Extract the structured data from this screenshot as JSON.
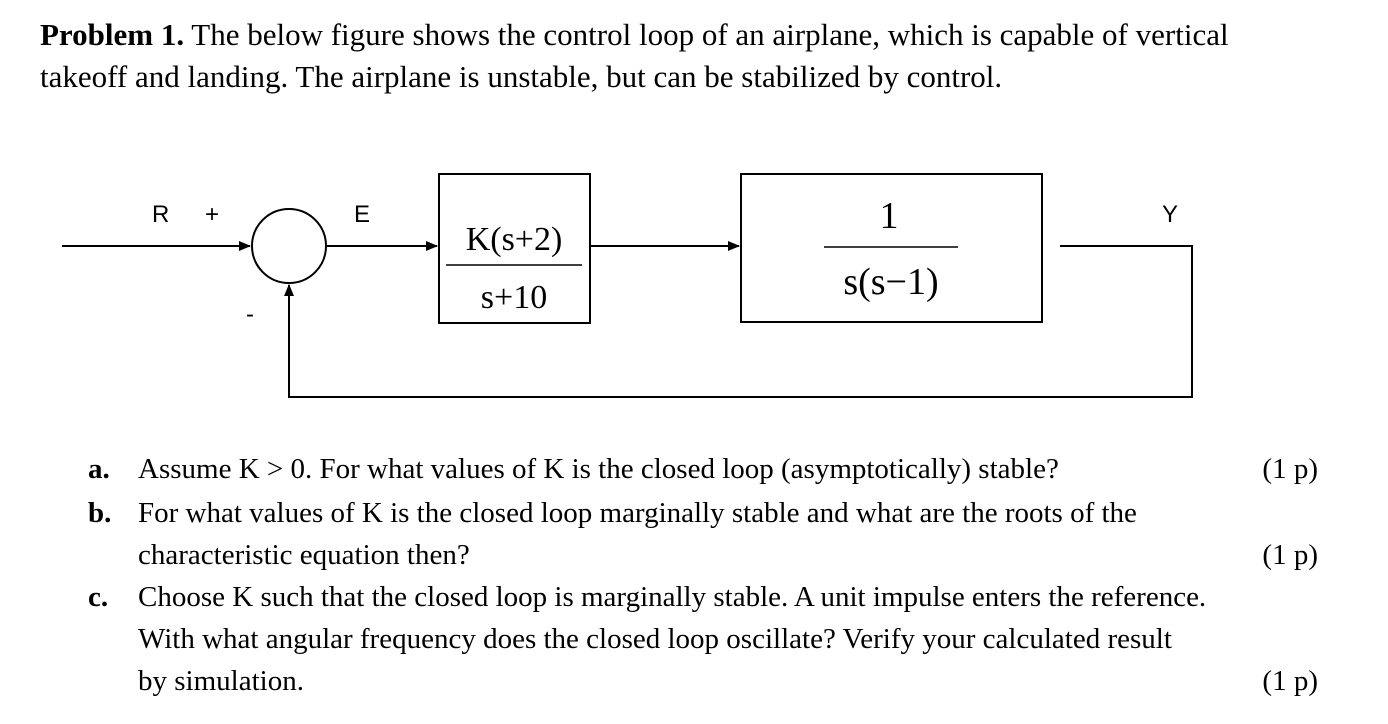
{
  "problem": {
    "label": "Problem 1.",
    "text_line1": "The below figure shows the control loop of an airplane, which is capable of vertical",
    "text_line2": "takeoff and landing.  The airplane is unstable, but can be stabilized by control."
  },
  "diagram": {
    "input_label": "R",
    "plus_sign": "+",
    "minus_sign": "-",
    "error_label": "E",
    "output_label": "Y",
    "controller": {
      "numerator": "K(s+2)",
      "denominator": "s+10"
    },
    "plant": {
      "numerator": "1",
      "denominator": "s(s−1)"
    }
  },
  "questions": [
    {
      "label": "a.",
      "lines": [
        "Assume K > 0.  For what values of K is the closed loop (asymptotically) stable?"
      ],
      "points": "(1 p)"
    },
    {
      "label": "b.",
      "lines": [
        "For what values of K is the closed loop marginally stable and what are the roots of the",
        "characteristic equation then?"
      ],
      "points": "(1 p)"
    },
    {
      "label": "c.",
      "lines": [
        "Choose K such that the closed loop is marginally stable.  A unit impulse enters the reference.",
        "With what angular frequency does the closed loop oscillate?  Verify your calculated result",
        "by simulation."
      ],
      "points": "(1 p)"
    }
  ]
}
